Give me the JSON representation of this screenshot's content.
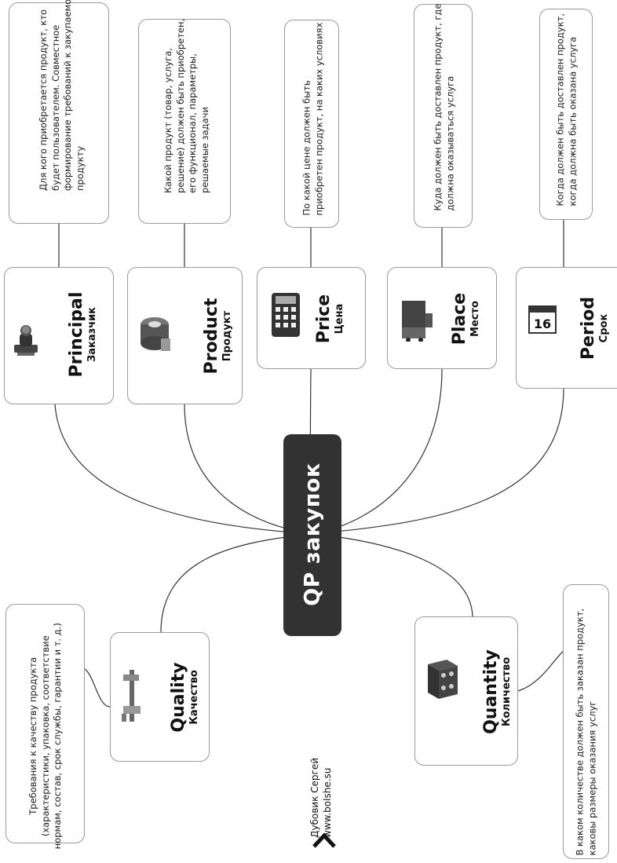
{
  "center": {
    "title": "QP закупок"
  },
  "branches": [
    {
      "id": "principal",
      "en": "Principal",
      "ru": "Заказчик",
      "icon": "person-at-desk-icon",
      "description": "Для кого приобретается продукт, кто будет пользователем. Совместное формирование требований к закупаемому продукту"
    },
    {
      "id": "product",
      "en": "Product",
      "ru": "Продукт",
      "icon": "tape-roll-icon",
      "description": "Какой продукт (товар, услуга, решение) должен быть приобретен, его функционал, параметры, решаемые задачи"
    },
    {
      "id": "price",
      "en": "Price",
      "ru": "Цена",
      "icon": "calculator-icon",
      "description": "По какой цене должен быть приобретен продукт, на каких условиях"
    },
    {
      "id": "place",
      "en": "Place",
      "ru": "Место",
      "icon": "truck-icon",
      "description": "Куда должен быть доставлен продукт, где должна оказываться услуга"
    },
    {
      "id": "period",
      "en": "Period",
      "ru": "Срок",
      "icon": "calendar-icon",
      "icon_text": "16",
      "description": "Когда должен быть доставлен продукт, когда должна быть оказана услуга"
    },
    {
      "id": "quality",
      "en": "Quality",
      "ru": "Качество",
      "icon": "caliper-icon",
      "description": "Требования к качеству продукта (характеристики, упаковка, соответствие нормам, состав, срок службы, гарантии и т. д.)"
    },
    {
      "id": "quantity",
      "en": "Quantity",
      "ru": "Количество",
      "icon": "cube-icon",
      "description": "В каком количестве должен быть заказан продукт, каковы размеры оказания услуг"
    }
  ],
  "author": {
    "name": "Дубовик Сергей",
    "site": "www.bolshe.su",
    "logo": "chevron-logo-icon"
  }
}
